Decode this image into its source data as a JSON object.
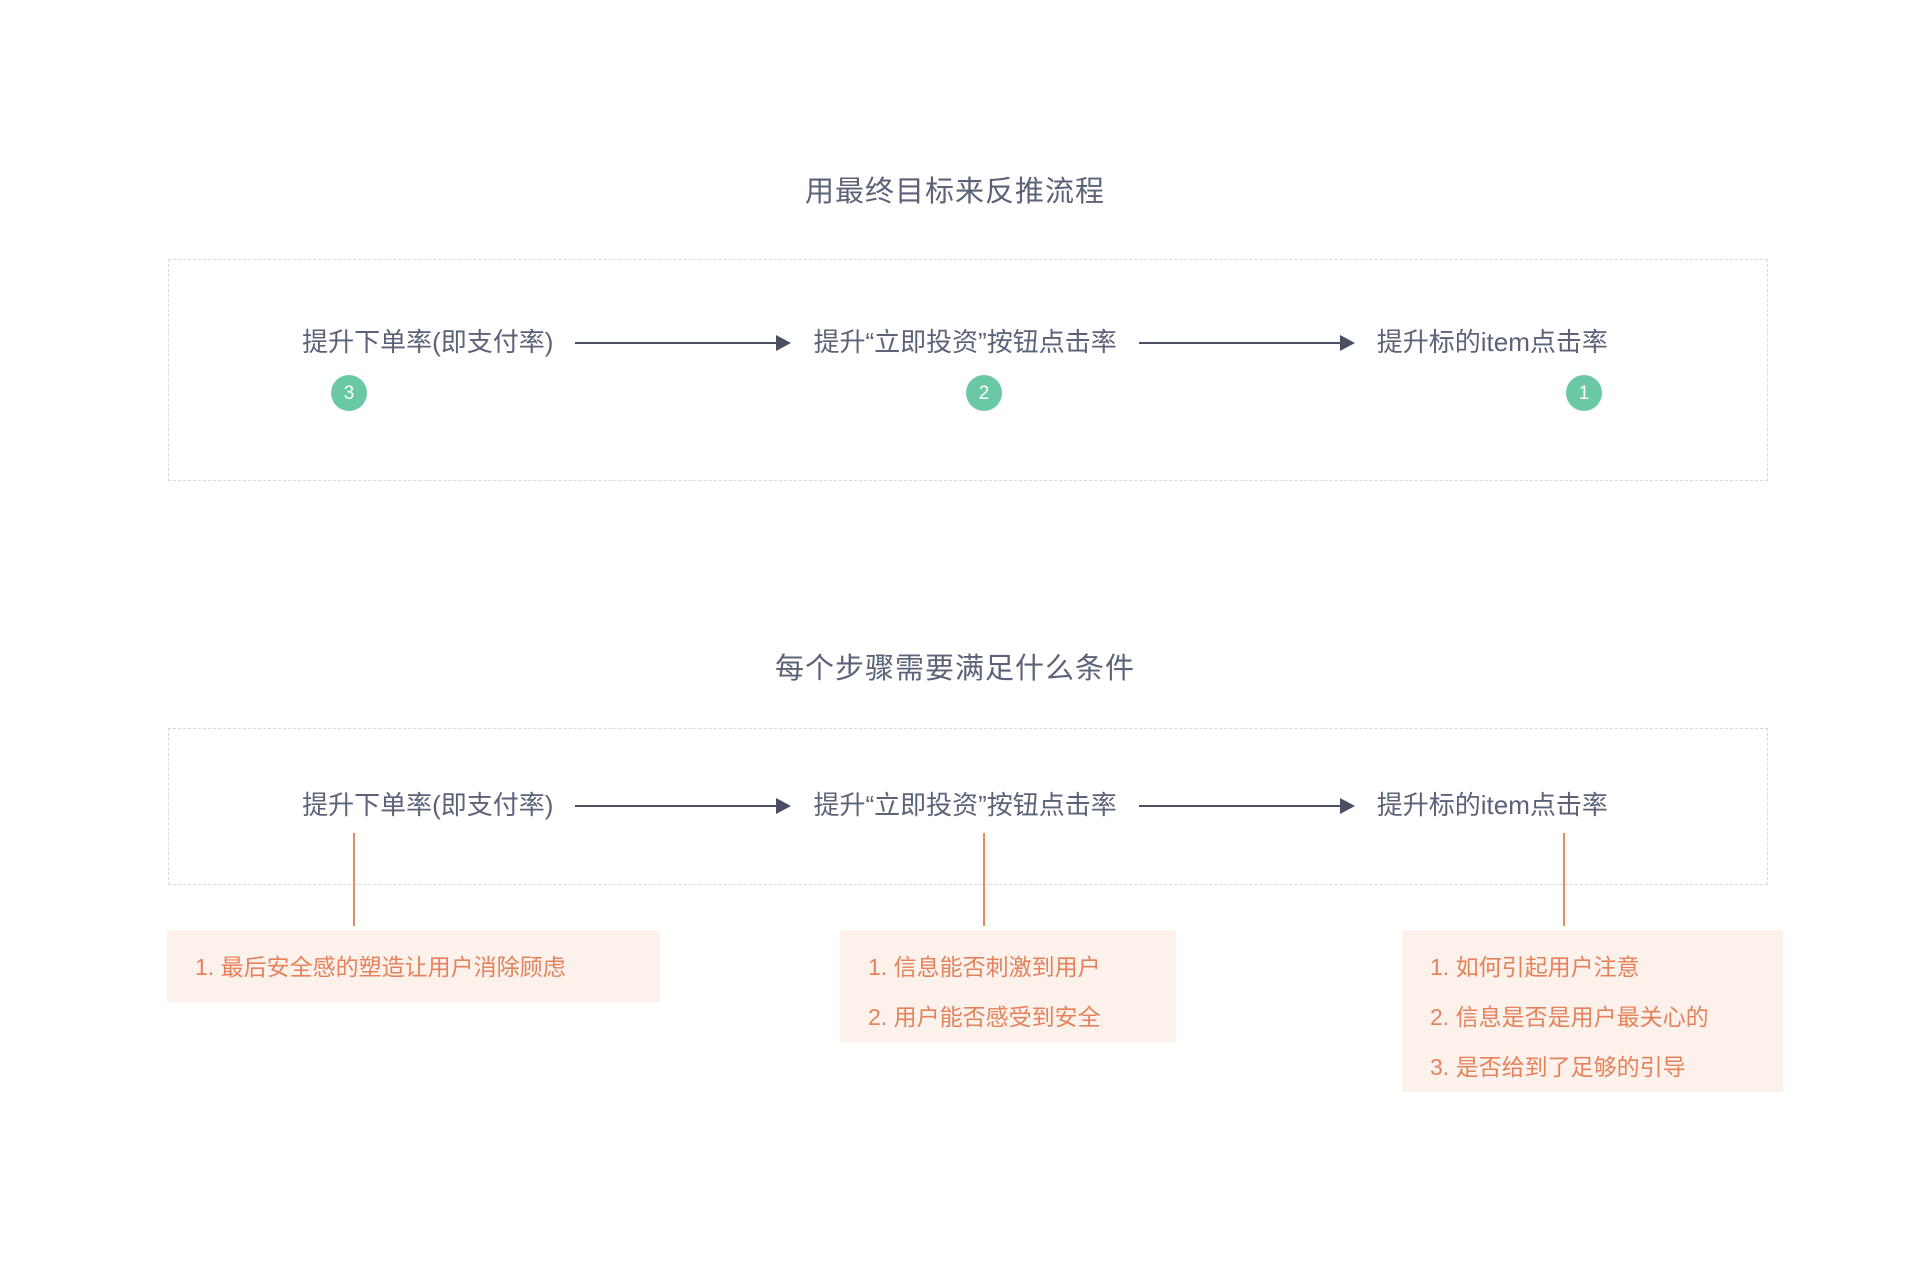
{
  "sections": [
    {
      "title": "用最终目标来反推流程",
      "nodes": [
        {
          "label": "提升下单率(即支付率)",
          "step": "3"
        },
        {
          "label": "提升“立即投资”按钮点击率",
          "step": "2"
        },
        {
          "label": "提升标的item点击率",
          "step": "1"
        }
      ]
    },
    {
      "title": "每个步骤需要满足什么条件",
      "nodes": [
        {
          "label": "提升下单率(即支付率)"
        },
        {
          "label": "提升“立即投资”按钮点击率"
        },
        {
          "label": "提升标的item点击率"
        }
      ],
      "notes": [
        {
          "lines": [
            "1. 最后安全感的塑造让用户消除顾虑"
          ]
        },
        {
          "lines": [
            "1. 信息能否刺激到用户",
            "2. 用户能否感受到安全"
          ]
        },
        {
          "lines": [
            "1. 如何引起用户注意",
            "2. 信息是否是用户最关心的",
            "3. 是否给到了足够的引导"
          ]
        }
      ]
    }
  ],
  "colors": {
    "title_text": "#5c6378",
    "node_text": "#5c6378",
    "arrow": "#4a4f63",
    "badge_fill": "#6bc8a4",
    "badge_text": "#ffffff",
    "dashed_border": "#d9d9d9",
    "note_bg": "#fdf1ec",
    "note_text": "#e4825b",
    "leader_line": "#ea8a5e",
    "page_bg": "#ffffff"
  }
}
